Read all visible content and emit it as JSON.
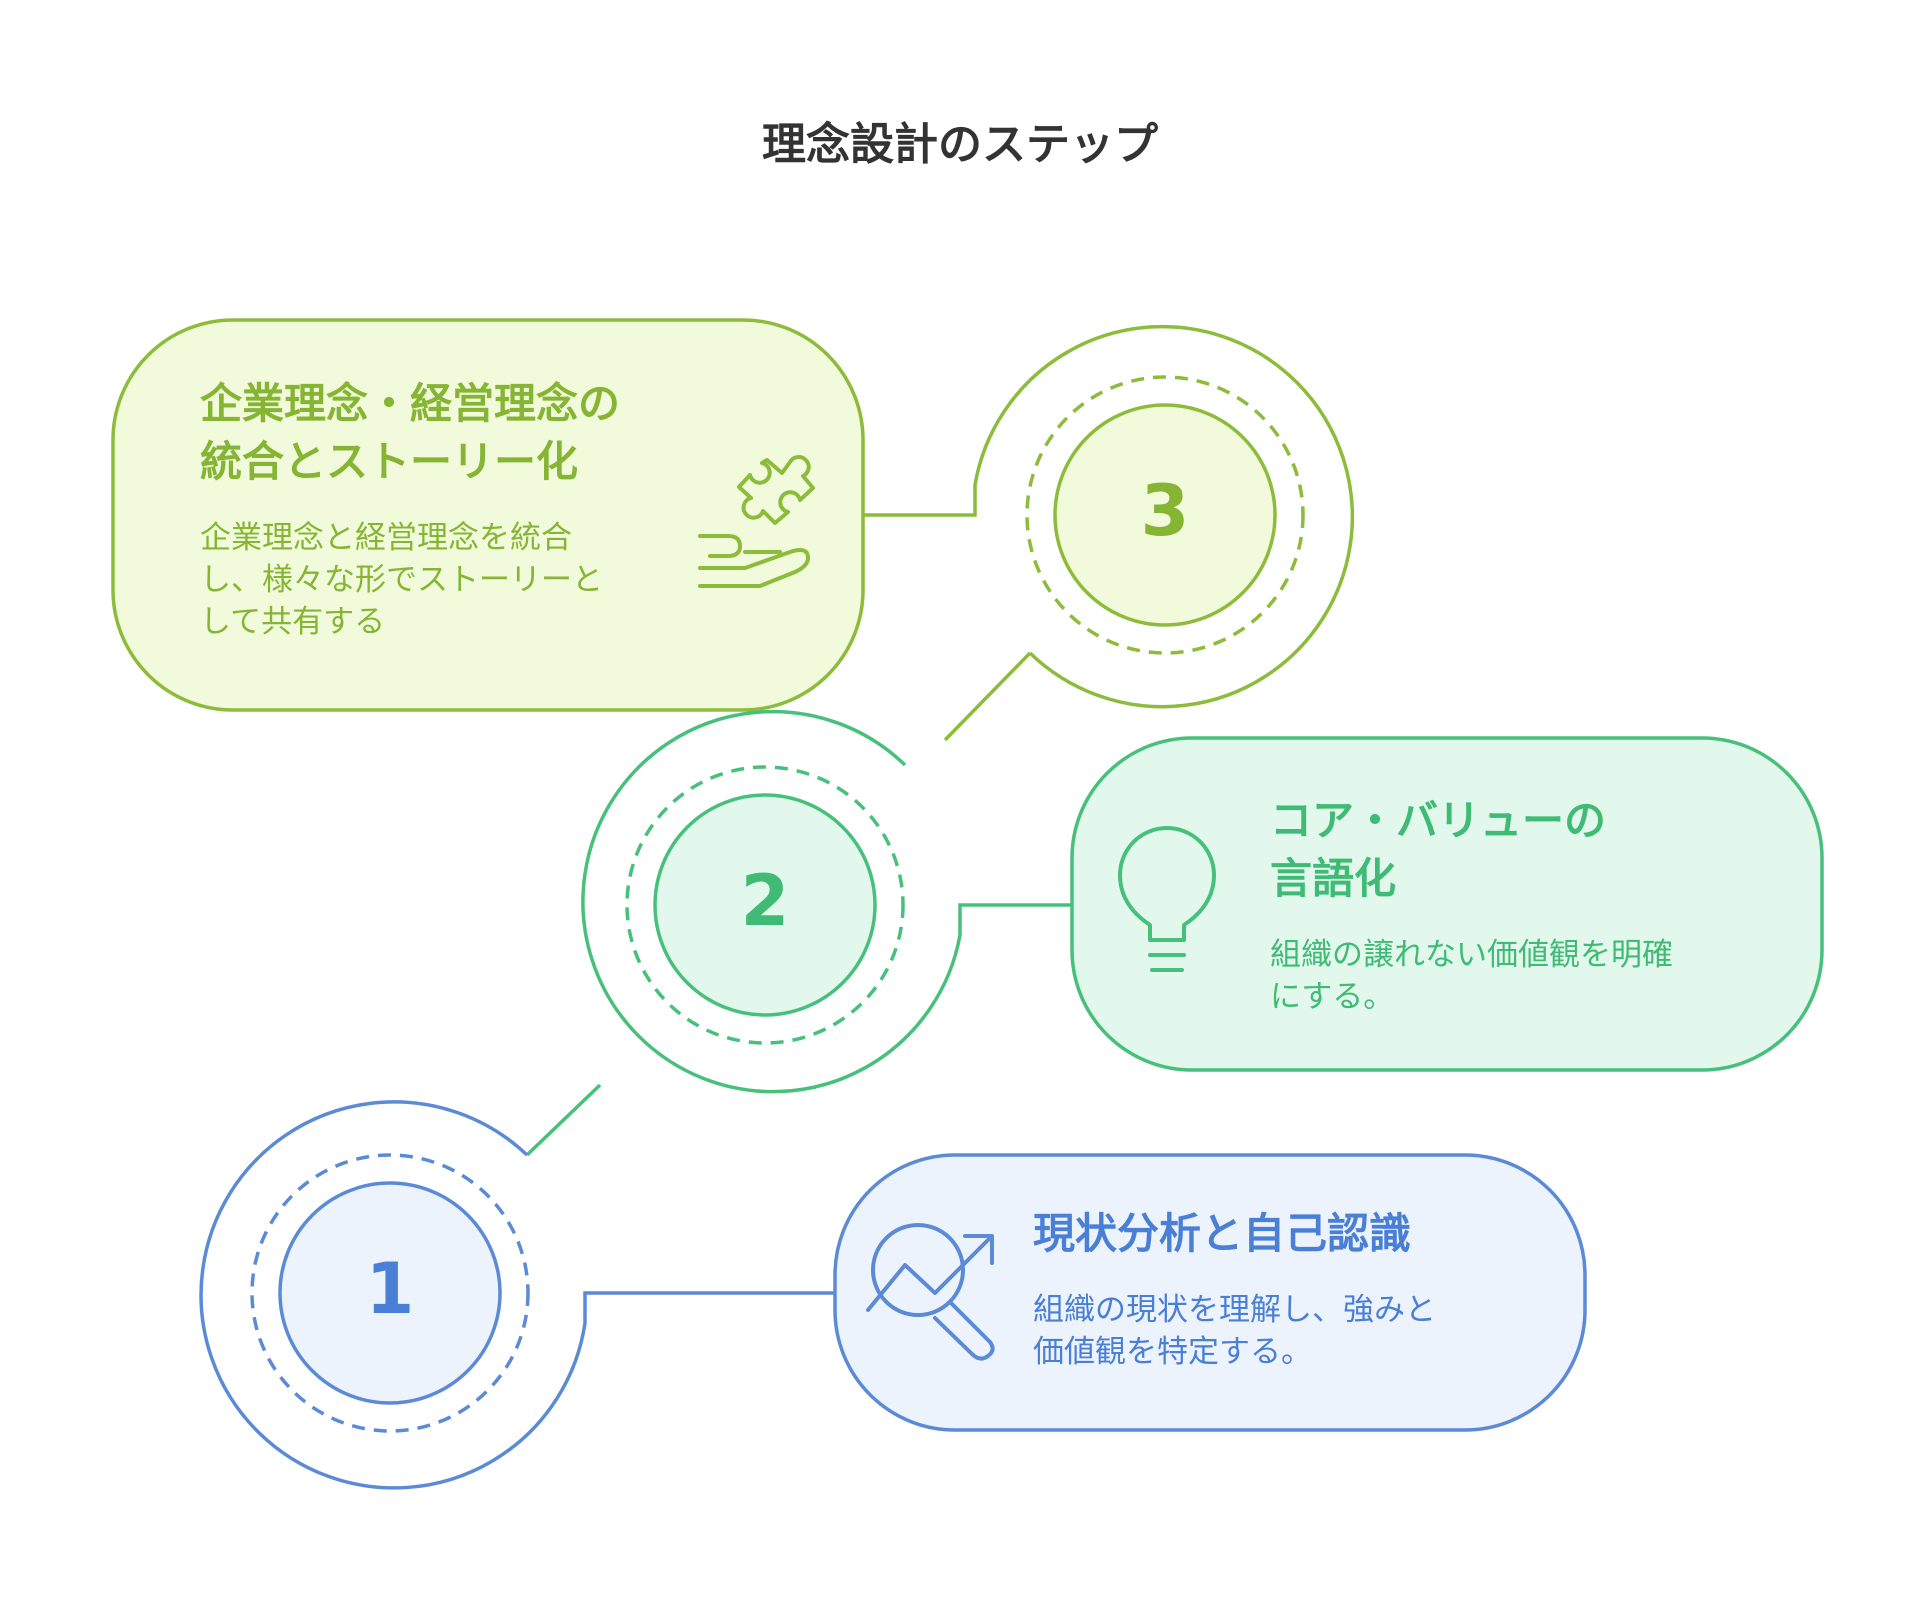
{
  "title": "理念設計のステップ",
  "steps": [
    {
      "number": "1",
      "title": "現状分析と自己認識",
      "description": "組織の現状を理解し、強みと\n価値観を特定する。",
      "icon": "magnifier-trend-arrow-icon",
      "colors": {
        "stroke": "#5b8ad6",
        "fill": "#edf3fd",
        "text": "#4a7fd6"
      }
    },
    {
      "number": "2",
      "title": "コア・バリューの\n言語化",
      "description": "組織の譲れない価値観を明確\nにする。",
      "icon": "lightbulb-icon",
      "colors": {
        "stroke": "#47c07c",
        "fill": "#e3f8ec",
        "text": "#3fbb75"
      }
    },
    {
      "number": "3",
      "title": "企業理念・経営理念の\n統合とストーリー化",
      "description": "企業理念と経営理念を統合\nし、様々な形でストーリーと\nして共有する",
      "icon": "hand-puzzle-icon",
      "colors": {
        "stroke": "#8dbb3a",
        "fill": "#f1fbdc",
        "text": "#86b534"
      }
    }
  ]
}
